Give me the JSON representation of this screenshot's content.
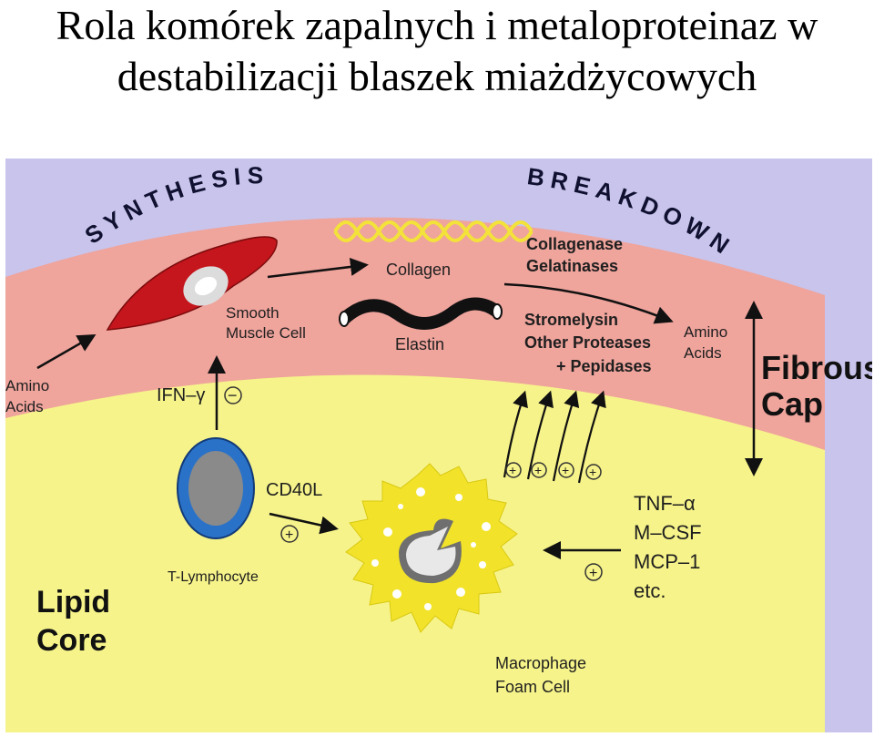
{
  "title": {
    "line1": "Rola komórek zapalnych i metaloproteinaz w",
    "line2": "destabilizacji blaszek miażdżycowych"
  },
  "diagram": {
    "arc_left": "SYNTHESIS",
    "arc_right": "BREAKDOWN",
    "amino_acids_left": [
      "Amino",
      "Acids"
    ],
    "smooth_muscle_cell": [
      "Smooth",
      "Muscle Cell"
    ],
    "ifn_gamma": "IFN–γ",
    "minus_sign": "−",
    "collagen": "Collagen",
    "elastin": "Elastin",
    "enzymes_top": [
      "Collagenase",
      "Gelatinases"
    ],
    "enzymes_bottom": [
      "Stromelysin",
      "Other Proteases",
      "+ Pepidases"
    ],
    "amino_acids_right": [
      "Amino",
      "Acids"
    ],
    "fibrous_cap": [
      "Fibrous",
      "Cap"
    ],
    "t_lymphocyte": "T-Lymphocyte",
    "cd40l": "CD40L",
    "plus_sign": "+",
    "cytokines": [
      "TNF–α",
      "M–CSF",
      "MCP–1",
      "etc."
    ],
    "lipid_core": [
      "Lipid",
      "Core"
    ],
    "macrophage": [
      "Macrophage",
      "Foam Cell"
    ],
    "colors": {
      "outer": "#c8c4ec",
      "cap": "#efa49c",
      "core": "#f6f38a",
      "muscle_cell": "#c4161c",
      "collagen_fiber": "#f3e23a",
      "lymphocyte": "#2a72c8",
      "foam_cell": "#f2e32a"
    }
  }
}
